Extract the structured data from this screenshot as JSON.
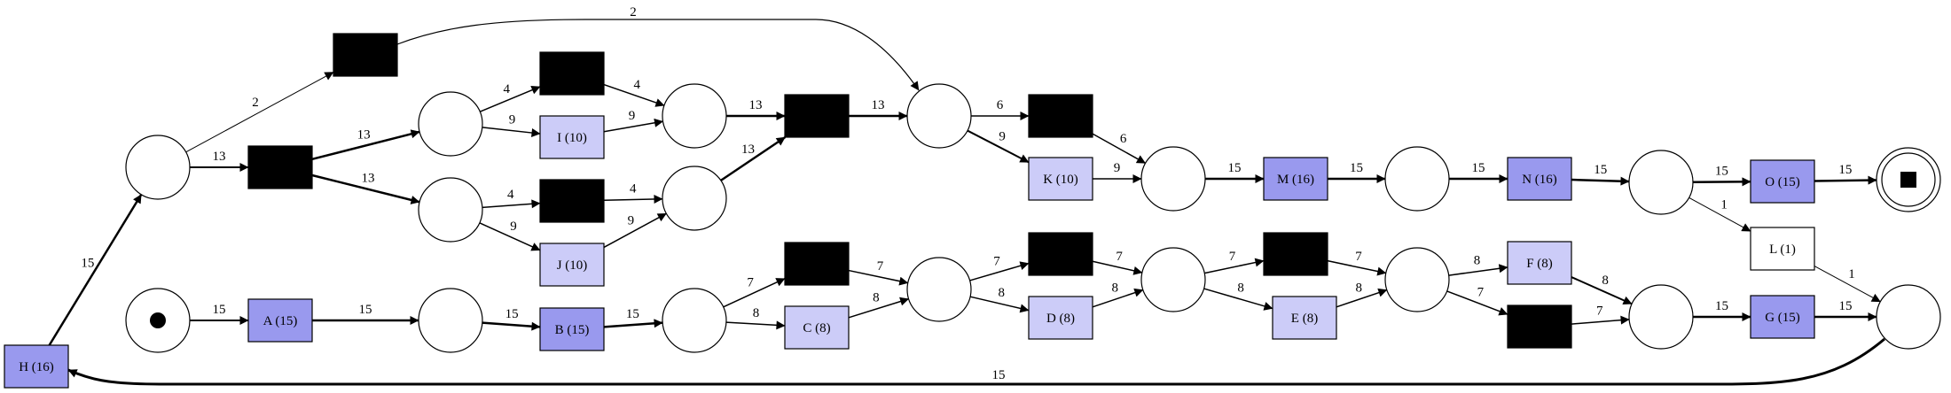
{
  "colors": {
    "dark": "#9999ee",
    "light": "#ccccf8",
    "white": "#ffffff",
    "black": "#000000"
  },
  "transitions": {
    "A": "A (15)",
    "B": "B (15)",
    "C": "C (8)",
    "D": "D (8)",
    "E": "E (8)",
    "F": "F (8)",
    "G": "G (15)",
    "H": "H (16)",
    "I": "I (10)",
    "J": "J (10)",
    "K": "K (10)",
    "L": "L (1)",
    "M": "M (16)",
    "N": "N (16)",
    "O": "O (15)"
  },
  "arc_weights": {
    "p_start_A": "15",
    "A_p1": "15",
    "p1_B": "15",
    "B_p2": "15",
    "p2_t1": "7",
    "p2_C": "8",
    "t1_p3": "7",
    "C_p3": "8",
    "p3_t2": "7",
    "p3_D": "8",
    "t2_p4": "7",
    "D_p4": "8",
    "p4_t3": "7",
    "p4_E": "8",
    "t3_p5": "7",
    "E_p5": "8",
    "p5_F": "8",
    "p5_t4": "7",
    "F_p6": "8",
    "t4_p6": "7",
    "p6_G": "15",
    "G_p7": "15",
    "p7_H": "15",
    "H_p8": "15",
    "p8_t5": "2",
    "p8_t6": "13",
    "t5_p11": "2",
    "t6_p9": "13",
    "t6_p10": "13",
    "p9_t7": "4",
    "p9_I": "9",
    "t7_p12": "4",
    "I_p12": "9",
    "p10_t8": "4",
    "p10_J": "9",
    "t8_p13": "4",
    "J_p13": "9",
    "p12_t9": "13",
    "p13_t9": "13",
    "t9_p11": "13",
    "p11_t10": "6",
    "p11_K": "9",
    "t10_p14": "6",
    "K_p14": "9",
    "p14_M": "15",
    "M_p15": "15",
    "p15_N": "15",
    "N_p16": "15",
    "p16_O": "15",
    "O_p_end": "15",
    "p16_L": "1",
    "L_p7": "1"
  }
}
